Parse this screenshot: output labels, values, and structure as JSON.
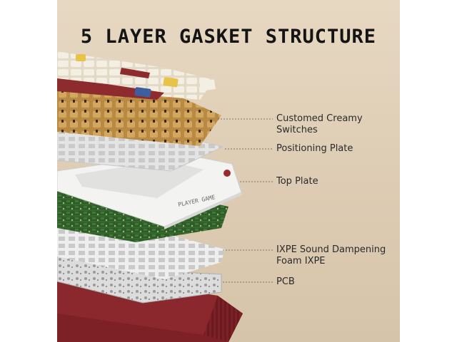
{
  "title": "5 LAYER GASKET STRUCTURE",
  "layers": [
    {
      "lines": [
        "Customed Creamy",
        "Switches"
      ]
    },
    {
      "lines": [
        "Positioning Plate"
      ]
    },
    {
      "lines": [
        "Top Plate"
      ]
    },
    {
      "lines": [
        "IXPE Sound Dampening",
        "Foam IXPE"
      ]
    },
    {
      "lines": [
        "PCB"
      ]
    }
  ],
  "top_plate_brand": "PLAYER GAME",
  "colors": {
    "background": "#e2d3bc",
    "keycap_cream": "#f1ebdc",
    "keycap_red": "#8e2b2f",
    "switch_gold": "#c79a52",
    "pcb_green": "#2f5a2a",
    "case_red": "#7d2127"
  }
}
